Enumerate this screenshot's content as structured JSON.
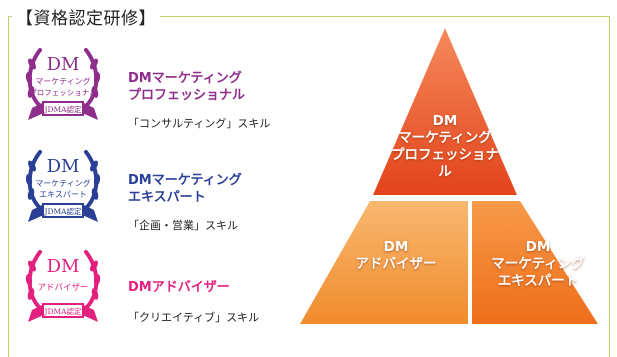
{
  "section_title": "【資格認定研修】",
  "badges": [
    {
      "title": "DM",
      "lines": [
        "マーケティング",
        "プロフェッショナル"
      ],
      "ribbon_text": "JDMA認定",
      "color": "#8e2d8c",
      "name_lines": [
        "DMマーケティング",
        "プロフェッショナル"
      ],
      "skill": "「コンサルティング」スキル"
    },
    {
      "title": "DM",
      "lines": [
        "マーケティング",
        "エキスパート"
      ],
      "ribbon_text": "JDMA認定",
      "color": "#2a3f96",
      "name_lines": [
        "DMマーケティング",
        "エキスパート"
      ],
      "skill": "「企画・営業」スキル"
    },
    {
      "title": "DM",
      "lines": [
        "アドバイザー"
      ],
      "ribbon_text": "JDMA認定",
      "color": "#e4207f",
      "name_lines": [
        "DMアドバイザー"
      ],
      "skill": "「クリエイティブ」スキル"
    }
  ],
  "pyramid": {
    "top": [
      "DM",
      "マーケティング",
      "プロフェッショナル"
    ],
    "left": [
      "DM",
      "アドバイザー"
    ],
    "right": [
      "DM",
      "マーケティング",
      "エキスパート"
    ]
  },
  "colors": {
    "frame": "#b9d46a",
    "pyramid_top": "#e64a1e",
    "pyramid_left": "#f6a14a",
    "pyramid_right": "#f17a26"
  }
}
